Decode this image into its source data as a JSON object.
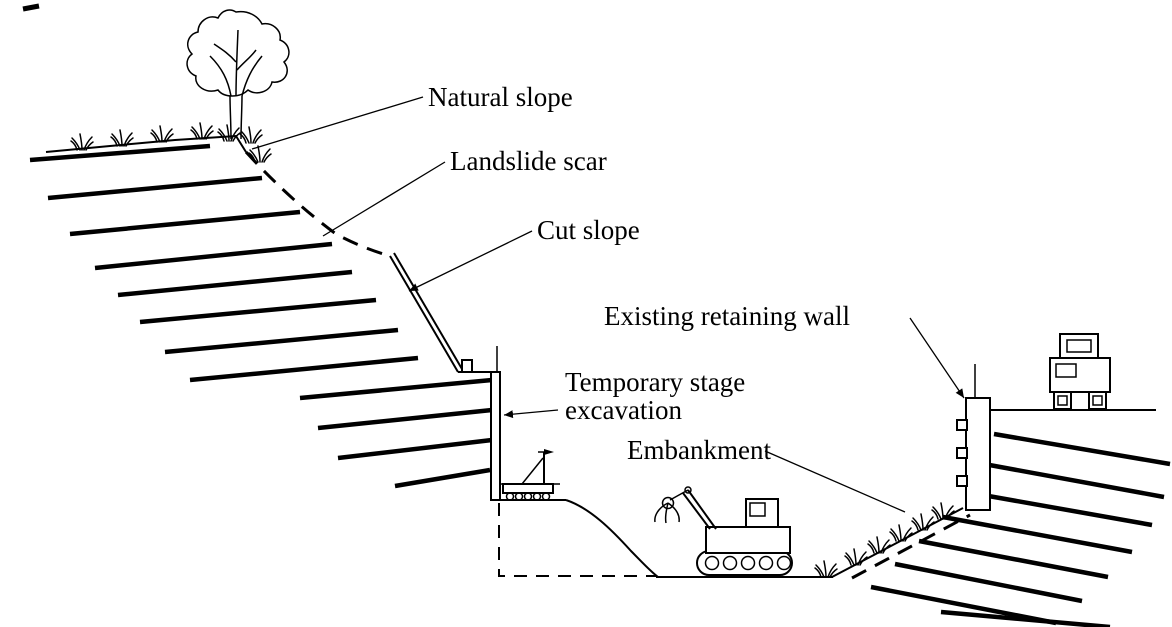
{
  "figure": {
    "colors": {
      "ink": "#000000",
      "paper": "#ffffff"
    },
    "labels": {
      "natural_slope": "Natural slope",
      "landslide_scar": "Landslide scar",
      "cut_slope": "Cut slope",
      "existing_retaining_wall": "Existing retaining wall",
      "temporary_stage_excavation_line1": "Temporary stage",
      "temporary_stage_excavation_line2": "excavation",
      "embankment": "Embankment"
    }
  }
}
